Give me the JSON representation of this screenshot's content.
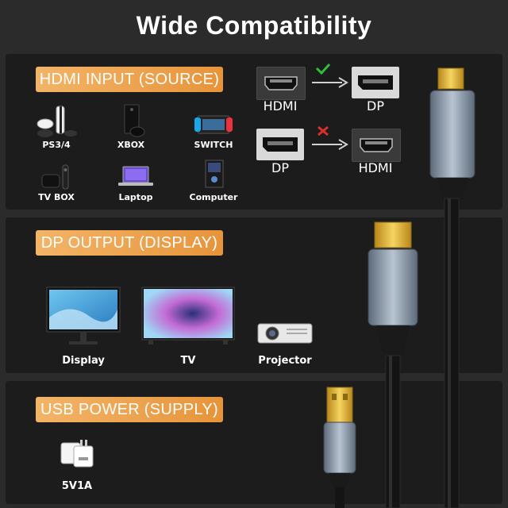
{
  "title": "Wide Compatibility",
  "sections": {
    "hdmi_input": {
      "label": "HDMI INPUT (SOURCE)",
      "devices": [
        {
          "name": "PS3/4",
          "icon": "game-console-icon"
        },
        {
          "name": "XBOX",
          "icon": "xbox-console-icon"
        },
        {
          "name": "SWITCH",
          "icon": "switch-console-icon"
        },
        {
          "name": "TV BOX",
          "icon": "tv-box-icon"
        },
        {
          "name": "Laptop",
          "icon": "laptop-icon"
        },
        {
          "name": "Computer",
          "icon": "computer-tower-icon"
        }
      ]
    },
    "dp_output": {
      "label": "DP OUTPUT (DISPLAY)",
      "devices": [
        {
          "name": "Display",
          "icon": "monitor-icon"
        },
        {
          "name": "TV",
          "icon": "tv-icon"
        },
        {
          "name": "Projector",
          "icon": "projector-icon"
        }
      ]
    },
    "usb_power": {
      "label": "USB POWER (SUPPLY)",
      "devices": [
        {
          "name": "5V1A",
          "icon": "usb-charger-icon"
        }
      ]
    }
  },
  "direction": [
    {
      "from": "HDMI",
      "to": "DP",
      "supported": true,
      "mark": "check-icon"
    },
    {
      "from": "DP",
      "to": "HDMI",
      "supported": false,
      "mark": "cross-icon"
    }
  ],
  "colors": {
    "accent_orange": "#eea24f",
    "check_green": "#2fbf3f",
    "cross_red": "#d9302b",
    "connector_gold": "#e8b830"
  }
}
